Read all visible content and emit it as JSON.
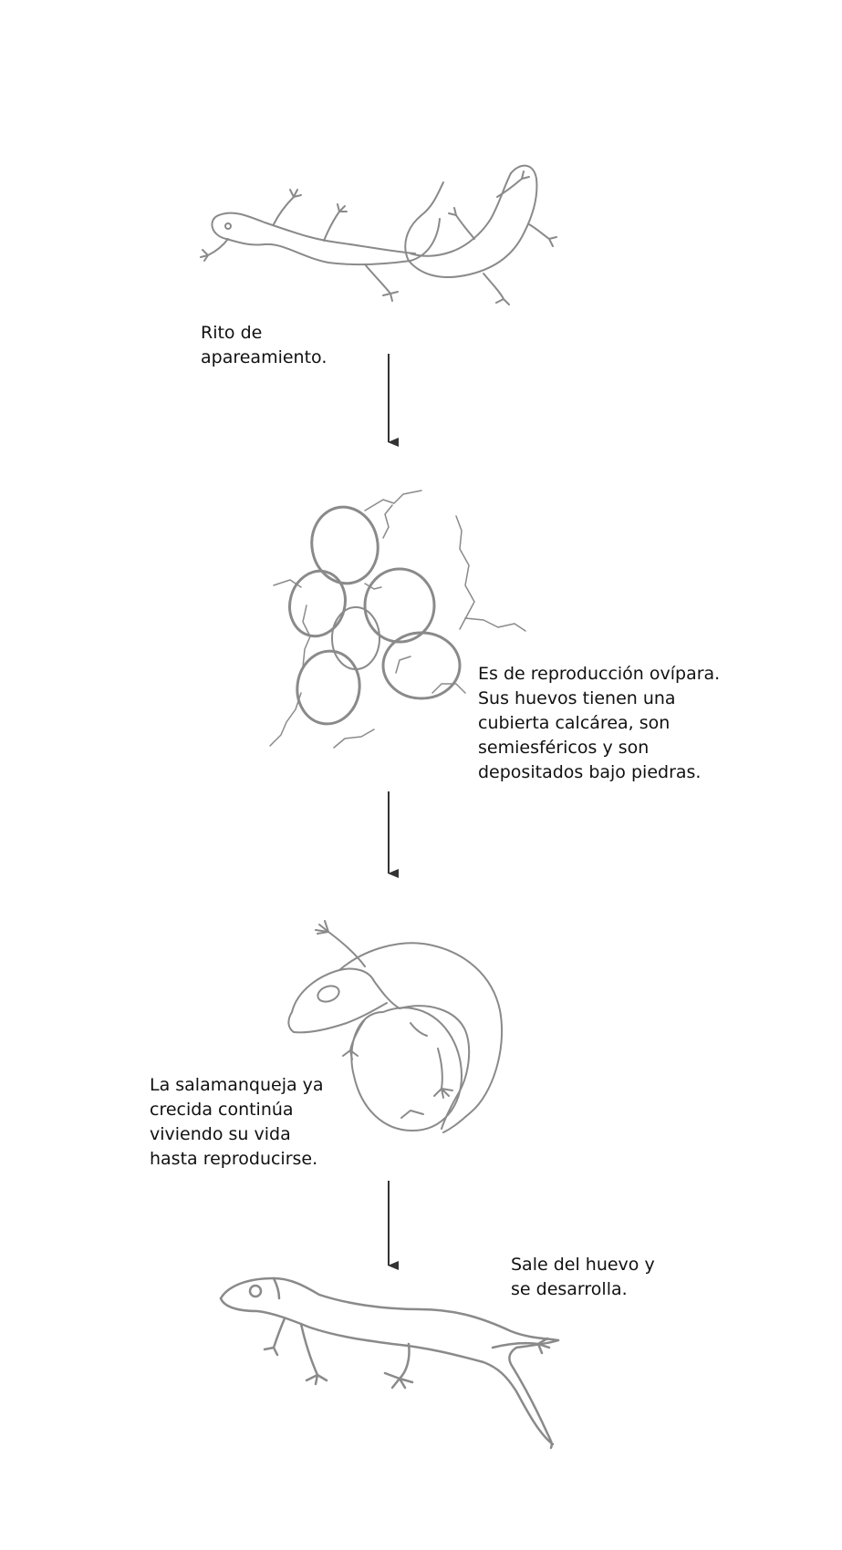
{
  "stages": [
    {
      "id": "mating",
      "lines": [
        "Rito de",
        "apareamiento."
      ]
    },
    {
      "id": "eggs",
      "lines": [
        "Es de reproducción ovípara.",
        "Sus huevos tienen una",
        "cubierta calcárea, son",
        "semiesféricos y son",
        "depositados bajo piedras."
      ]
    },
    {
      "id": "adult",
      "lines": [
        "La salamanqueja ya",
        "crecida continúa",
        "viviendo su vida",
        "hasta reproducirse."
      ]
    },
    {
      "id": "hatchling",
      "lines": [
        "Sale del huevo y",
        "se desarrolla."
      ]
    }
  ],
  "colors": {
    "drawing": "#8a8a8a",
    "arrow": "#333333",
    "text": "#111111",
    "background": "#ffffff"
  },
  "icons": [
    "mating-geckos-icon",
    "egg-cluster-icon",
    "gecko-on-egg-icon",
    "walking-gecko-icon",
    "arrow-down-icon"
  ]
}
